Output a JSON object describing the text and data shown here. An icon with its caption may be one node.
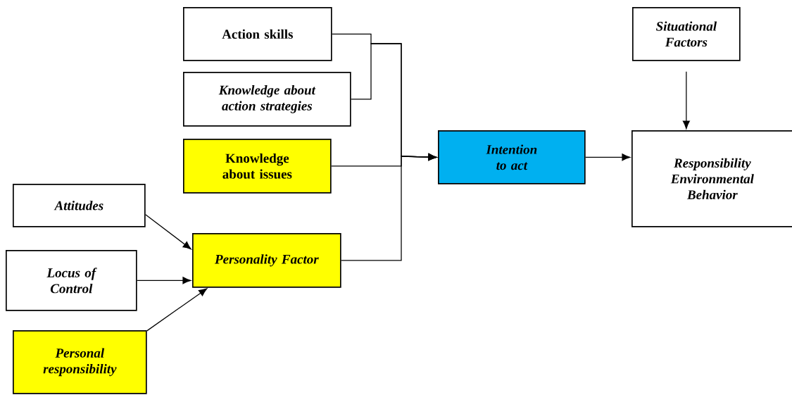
{
  "diagram": {
    "nodes": [
      {
        "text": [
          "Action skills"
        ]
      },
      {
        "text": [
          "Knowledge about action strategies"
        ]
      },
      {
        "text": [
          "Knowledge about issues"
        ]
      },
      {
        "text": [
          "Attitudes"
        ]
      },
      {
        "text": [
          "Locus of Control"
        ]
      },
      {
        "text": [
          "Personal responsibility"
        ]
      },
      {
        "text": [
          "Personality Factor"
        ]
      },
      {
        "text": [
          "Intention to act"
        ]
      },
      {
        "text": [
          "Situational Factors"
        ]
      },
      {
        "text": [
          "Responsibility Environmental Behavior"
        ]
      }
    ],
    "edges": [
      {
        "from": 0,
        "to": 7,
        "arrow": "to"
      },
      {
        "from": 1,
        "to": 7,
        "arrow": "to"
      },
      {
        "from": 2,
        "to": 7,
        "arrow": "to"
      },
      {
        "from": 6,
        "to": 7,
        "arrow": "to"
      },
      {
        "from": 3,
        "to": 6,
        "arrow": "to"
      },
      {
        "from": 4,
        "to": 6,
        "arrow": "to"
      },
      {
        "from": 5,
        "to": 6,
        "arrow": "to"
      },
      {
        "from": 7,
        "to": 9,
        "arrow": "to"
      },
      {
        "from": 8,
        "to": 9,
        "arrow": "to"
      }
    ]
  }
}
